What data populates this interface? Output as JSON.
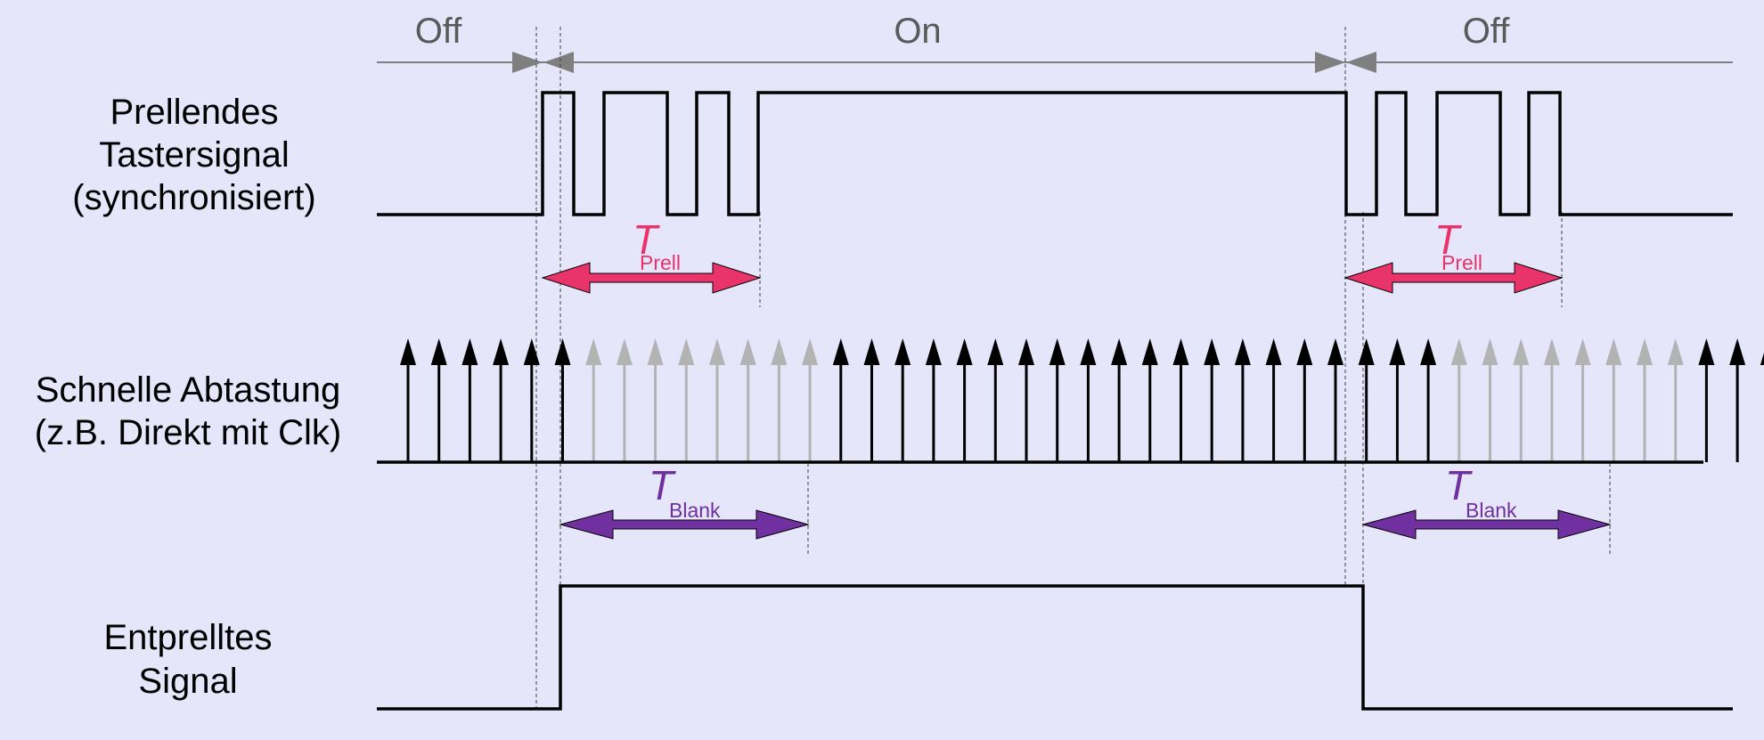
{
  "colors": {
    "background": "#e6e6fa",
    "signal": "#000000",
    "phase_text": "#595959",
    "phase_line": "#7f7f7f",
    "prell": "#e8336b",
    "blank": "#7030a0",
    "blanked_arrow": "#b3b3b3",
    "guide": "#404040"
  },
  "phases": [
    "Off",
    "On",
    "Off"
  ],
  "signals": {
    "bouncing": [
      "Prellendes",
      "Tastersignal",
      "(synchronisiert)"
    ],
    "sampling": [
      "Schnelle Abtastung",
      "(z.B. Direkt mit Clk)"
    ],
    "debounced": [
      "Entprelltes",
      "Signal"
    ]
  },
  "intervals": {
    "prell": {
      "symbol": "T",
      "subscript": "Prell"
    },
    "blank": {
      "symbol": "T",
      "subscript": "Blank"
    }
  },
  "sample_pattern": [
    1,
    1,
    1,
    1,
    1,
    1,
    0,
    0,
    0,
    0,
    0,
    0,
    0,
    0,
    1,
    1,
    1,
    1,
    1,
    1,
    1,
    1,
    1,
    1,
    1,
    1,
    1,
    1,
    1,
    1,
    1,
    1,
    1,
    1,
    0,
    0,
    0,
    0,
    0,
    0,
    0,
    0,
    1,
    1,
    1
  ]
}
